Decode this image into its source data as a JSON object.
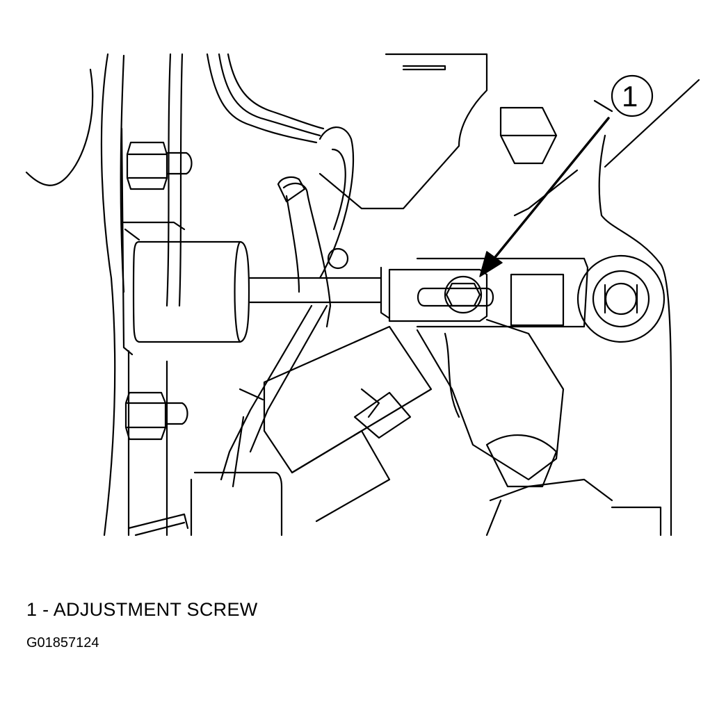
{
  "diagram": {
    "callout_number": "1",
    "legend_text": "1 - ADJUSTMENT SCREW",
    "figure_code": "G01857124"
  }
}
